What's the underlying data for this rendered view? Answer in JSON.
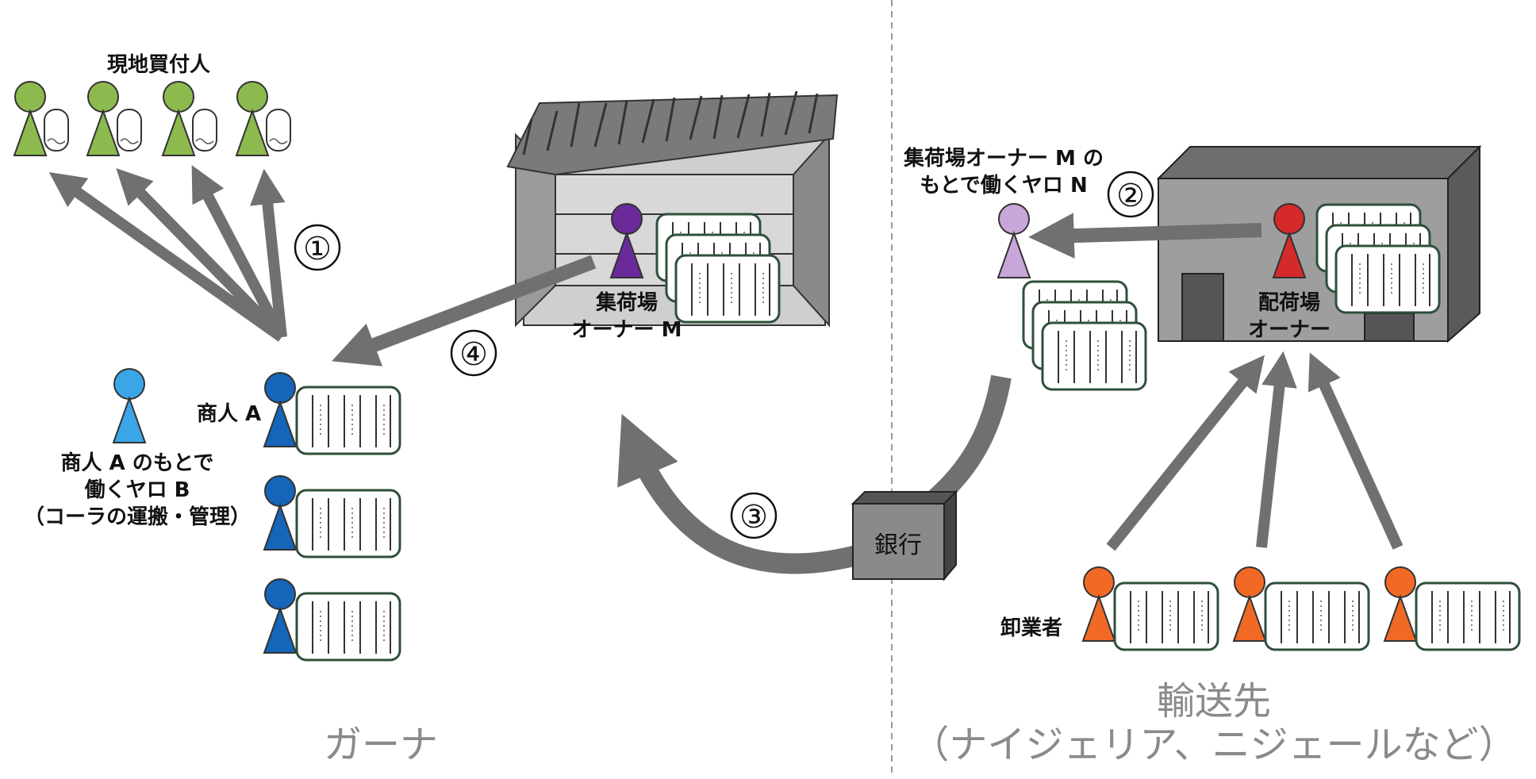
{
  "regions": {
    "left": "ガーナ",
    "right_line1": "輸送先",
    "right_line2": "（ナイジェリア、ニジェールなど）"
  },
  "labels": {
    "local_buyers": "現地買付人",
    "merchant_a": "商人 A",
    "yaro_b_line1": "商人 A のもとで",
    "yaro_b_line2": "働くヤロ B",
    "yaro_b_line3": "（コーラの運搬・管理）",
    "warehouse_owner_line1": "集荷場",
    "warehouse_owner_line2": "オーナー M",
    "yaro_n_line1": "集荷場オーナー M の",
    "yaro_n_line2": "もとで働くヤロ N",
    "distributor_line1": "配荷場",
    "distributor_line2": "オーナー",
    "wholesaler": "卸業者",
    "bank": "銀行"
  },
  "steps": [
    "①",
    "②",
    "③",
    "④"
  ],
  "colors": {
    "buyer": "#8cba4e",
    "merchant": "#1565b8",
    "yaro_b": "#3aa6e8",
    "owner_m": "#6a2a9a",
    "yaro_n": "#c9a6d9",
    "distributor": "#d42a2a",
    "wholesaler": "#f06a26",
    "arrow": "#707070"
  }
}
